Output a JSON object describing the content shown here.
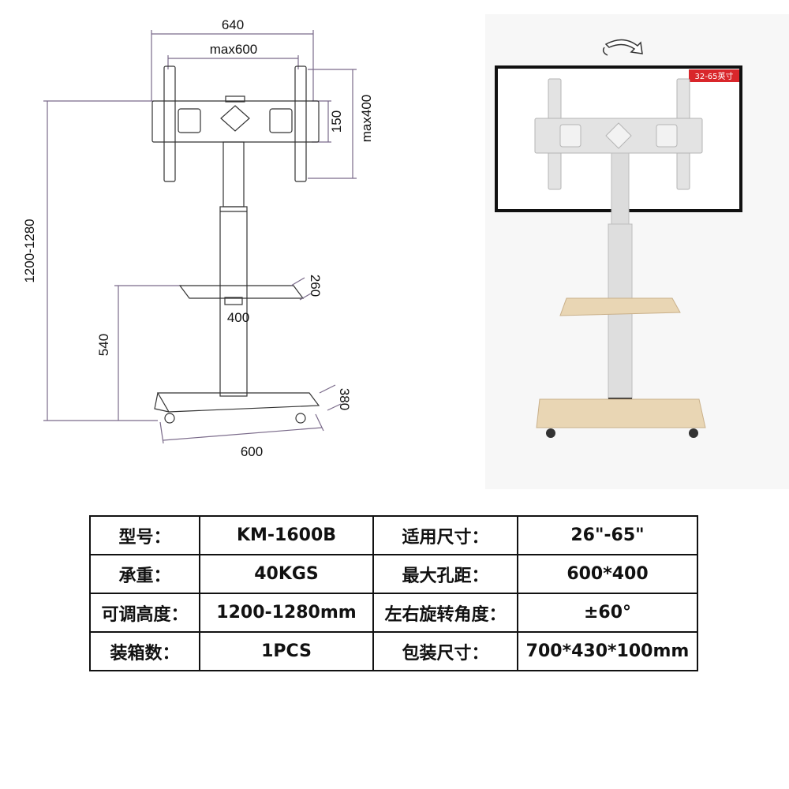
{
  "dimensions": {
    "width_total": "640",
    "vesa_width": "max600",
    "vesa_height_small": "150",
    "vesa_height_max": "max400",
    "height_range": "1200-1280",
    "shelf_depth": "260",
    "shelf_width": "400",
    "shelf_height": "540",
    "base_depth": "380",
    "base_width": "600"
  },
  "photo": {
    "screen_badge": "32-65英寸",
    "screen_badge_color": "#d9262b",
    "wood_color": "#e9d6b4"
  },
  "specs": [
    {
      "label": "型号：",
      "value": "KM-1600B",
      "label2": "适用尺寸：",
      "value2": "26\"-65\""
    },
    {
      "label": "承重：",
      "value": "40KGS",
      "label2": "最大孔距：",
      "value2": "600*400"
    },
    {
      "label": "可调高度：",
      "value": "1200-1280mm",
      "label2": "左右旋转角度：",
      "value2": "±60°"
    },
    {
      "label": "装箱数：",
      "value": "1PCS",
      "label2": "包装尺寸：",
      "value2": "700*430*100mm"
    }
  ]
}
